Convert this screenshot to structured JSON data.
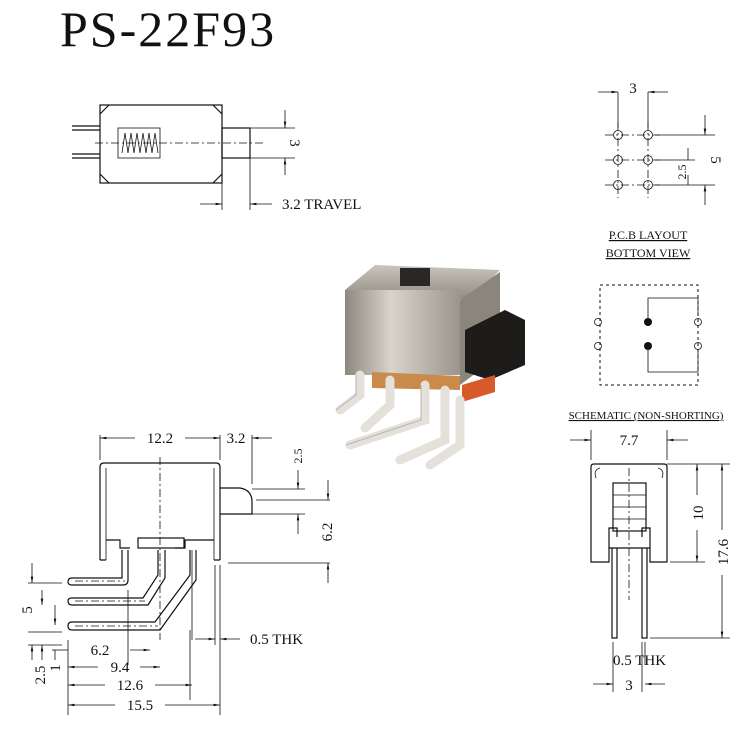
{
  "title": "PS-22F93",
  "top_view": {
    "dim_width": "3",
    "dim_travel": "3.2 TRAVEL"
  },
  "pcb_layout": {
    "dim_pitch_x": "3",
    "dim_pitch_y": "2.5",
    "dim_total_y": "5",
    "label_line1": "P.C.B LAYOUT",
    "label_line2": "BOTTOM VIEW"
  },
  "schematic": {
    "label": "SCHEMATIC (NON-SHORTING)"
  },
  "front_view": {
    "dim_body": "12.2",
    "dim_travel": "3.2",
    "dim_actuator": "2.5",
    "dim_height": "6.2",
    "dim_pin_pitch": "5",
    "dim_pin_offset_a": "2.5",
    "dim_pin_offset_b": "1",
    "dim_6_2": "6.2",
    "dim_9_4": "9.4",
    "dim_12_6": "12.6",
    "dim_15_5": "15.5",
    "thickness": "0.5 THK"
  },
  "side_view": {
    "dim_width": "7.7",
    "dim_body_height": "10",
    "dim_total_height": "17.6",
    "thickness": "0.5 THK",
    "dim_pin_pitch": "3"
  }
}
